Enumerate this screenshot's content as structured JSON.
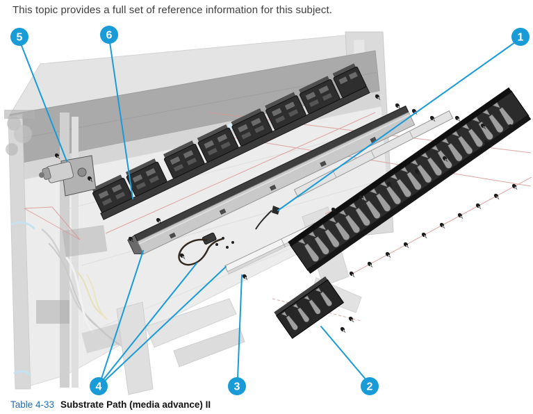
{
  "page": {
    "intro": "This topic provides a full set of reference information for this subject.",
    "caption_label": "Table 4-33",
    "caption_title": "Substrate Path (media advance) II"
  },
  "figure": {
    "callouts": [
      {
        "label": "1"
      },
      {
        "label": "2"
      },
      {
        "label": "3"
      },
      {
        "label": "4"
      },
      {
        "label": "5"
      },
      {
        "label": "6"
      }
    ],
    "colors": {
      "callout_blue": "#189bd7",
      "leader_blue": "#189bd7",
      "caption_label_blue": "#1f6cb0",
      "alignment_red": "#dd9494"
    }
  }
}
